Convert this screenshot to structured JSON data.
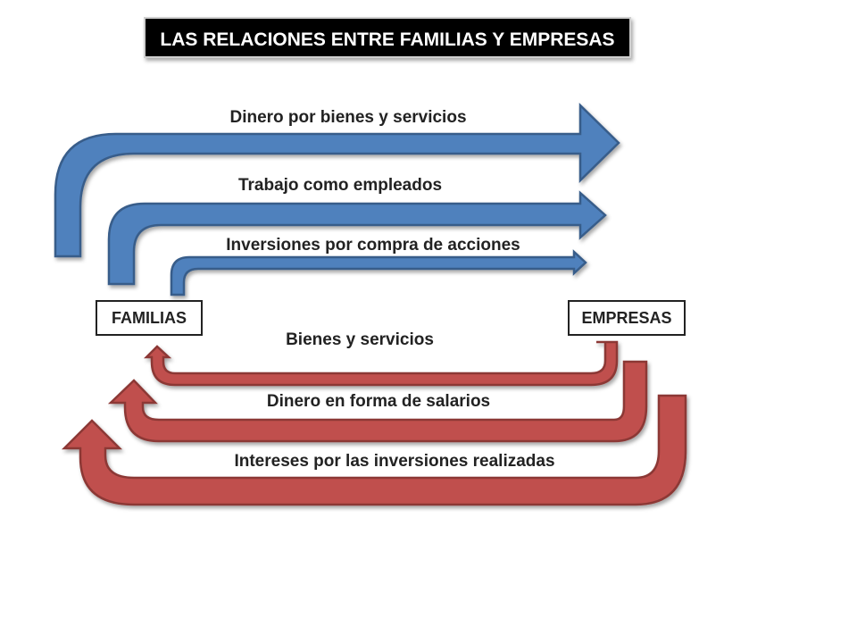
{
  "title": "LAS RELACIONES ENTRE FAMILIAS Y EMPRESAS",
  "nodes": {
    "familias": "FAMILIAS",
    "empresas": "EMPRESAS"
  },
  "flows": {
    "to_empresas": [
      "Dinero por bienes y servicios",
      "Trabajo como empleados",
      "Inversiones por compra de acciones"
    ],
    "to_familias": [
      "Bienes y servicios",
      "Dinero en forma de salarios",
      "Intereses por las inversiones realizadas"
    ]
  },
  "colors": {
    "blue_fill": "#4F81BD",
    "blue_stroke": "#385D8A",
    "red_fill": "#C0504D",
    "red_stroke": "#8C3836",
    "title_bg": "#000000"
  }
}
